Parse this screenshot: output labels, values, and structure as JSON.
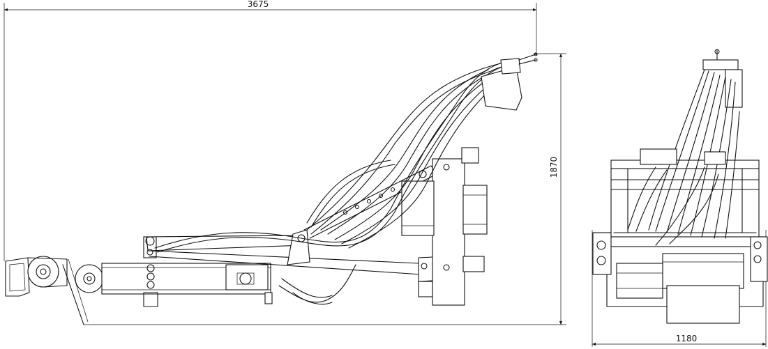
{
  "dimensions": {
    "side_length": "3675",
    "side_height": "1870",
    "rear_width": "1180"
  }
}
